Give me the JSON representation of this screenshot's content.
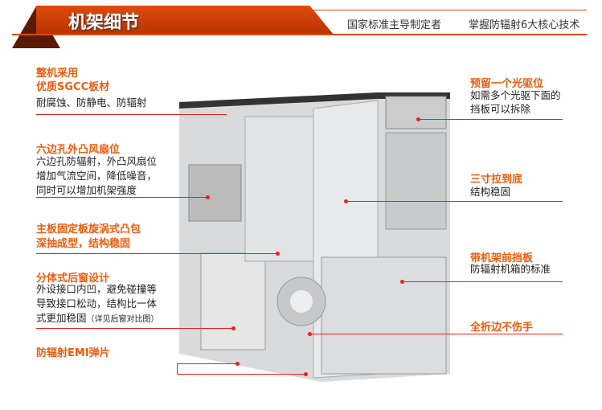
{
  "header": {
    "title": "机架细节",
    "subtitle1": "国家标准主导制定者",
    "subtitle2": "掌握防辐射6大核心技术"
  },
  "left": [
    {
      "title1": "整机采用",
      "title2": "优质SGCC板材",
      "desc": "耐腐蚀、防静电、防辐射"
    },
    {
      "title": "六边孔外凸风扇位",
      "desc1": "六边孔防辐射，外凸风扇位",
      "desc2": "增加气流空间，降低噪音，",
      "desc3": "同时可以增加机架强度"
    },
    {
      "title1": "主板固定板旋涡式凸包",
      "title2": "深抽成型，结构稳固"
    },
    {
      "title": "分体式后窗设计",
      "desc1": "外设接口内凹，避免碰撞等",
      "desc2": "导致接口松动，结构比一体",
      "desc3": "式更加稳固",
      "note": "（详见后窗对比图）"
    },
    {
      "title": "防辐射EMI弹片"
    }
  ],
  "right": [
    {
      "title": "预留一个光驱位",
      "desc1": "如需多个光驱下面的",
      "desc2": "挡板可以拆除"
    },
    {
      "title": "三寸拉到底",
      "desc": "结构稳固"
    },
    {
      "title": "带机架前挡板",
      "desc": "防辐射机箱的标准"
    },
    {
      "title": "全折边不伤手"
    }
  ],
  "colors": {
    "accent": "#f05a0a",
    "line": "#e8201a",
    "band": "#d9440a"
  }
}
